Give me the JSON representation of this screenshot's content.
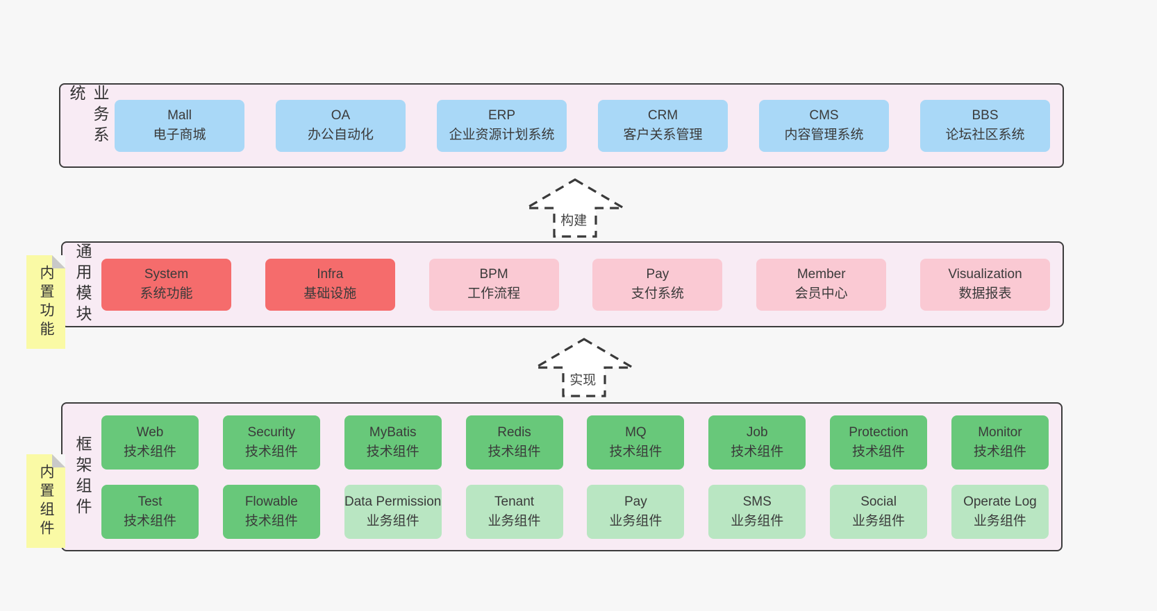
{
  "colors": {
    "page_bg": "#f7f7f7",
    "container_bg": "#f8ebf4",
    "container_border": "#3c3c3c",
    "blue_box": "#a9d8f7",
    "red_box": "#f56c6c",
    "pink_box": "#fac9d3",
    "green_box": "#68c87a",
    "light_green_box": "#b9e6c2",
    "sticky_note_bg": "#fafaa5",
    "sticky_fold": "#c9c9c9",
    "text": "#3b3b3b"
  },
  "arrows": {
    "build": "构建",
    "implement": "实现"
  },
  "layers": {
    "business": {
      "side_label": "业务系统",
      "boxes": [
        {
          "title": "Mall",
          "subtitle": "电子商城"
        },
        {
          "title": "OA",
          "subtitle": "办公自动化"
        },
        {
          "title": "ERP",
          "subtitle": "企业资源计划系统"
        },
        {
          "title": "CRM",
          "subtitle": "客户关系管理"
        },
        {
          "title": "CMS",
          "subtitle": "内容管理系统"
        },
        {
          "title": "BBS",
          "subtitle": "论坛社区系统"
        }
      ]
    },
    "modules": {
      "side_label": "通用模块",
      "sticky_note": "内置功能",
      "boxes": [
        {
          "title": "System",
          "subtitle": "系统功能"
        },
        {
          "title": "Infra",
          "subtitle": "基础设施"
        },
        {
          "title": "BPM",
          "subtitle": "工作流程"
        },
        {
          "title": "Pay",
          "subtitle": "支付系统"
        },
        {
          "title": "Member",
          "subtitle": "会员中心"
        },
        {
          "title": "Visualization",
          "subtitle": "数据报表"
        }
      ]
    },
    "components": {
      "side_label": "框架组件",
      "sticky_note": "内置组件",
      "row1": [
        {
          "title": "Web",
          "subtitle": "技术组件"
        },
        {
          "title": "Security",
          "subtitle": "技术组件"
        },
        {
          "title": "MyBatis",
          "subtitle": "技术组件"
        },
        {
          "title": "Redis",
          "subtitle": "技术组件"
        },
        {
          "title": "MQ",
          "subtitle": "技术组件"
        },
        {
          "title": "Job",
          "subtitle": "技术组件"
        },
        {
          "title": "Protection",
          "subtitle": "技术组件"
        },
        {
          "title": "Monitor",
          "subtitle": "技术组件"
        }
      ],
      "row2": [
        {
          "title": "Test",
          "subtitle": "技术组件"
        },
        {
          "title": "Flowable",
          "subtitle": "技术组件"
        },
        {
          "title": "Data Permission",
          "subtitle": "业务组件"
        },
        {
          "title": "Tenant",
          "subtitle": "业务组件"
        },
        {
          "title": "Pay",
          "subtitle": "业务组件"
        },
        {
          "title": "SMS",
          "subtitle": "业务组件"
        },
        {
          "title": "Social",
          "subtitle": "业务组件"
        },
        {
          "title": "Operate Log",
          "subtitle": "业务组件"
        }
      ]
    }
  }
}
